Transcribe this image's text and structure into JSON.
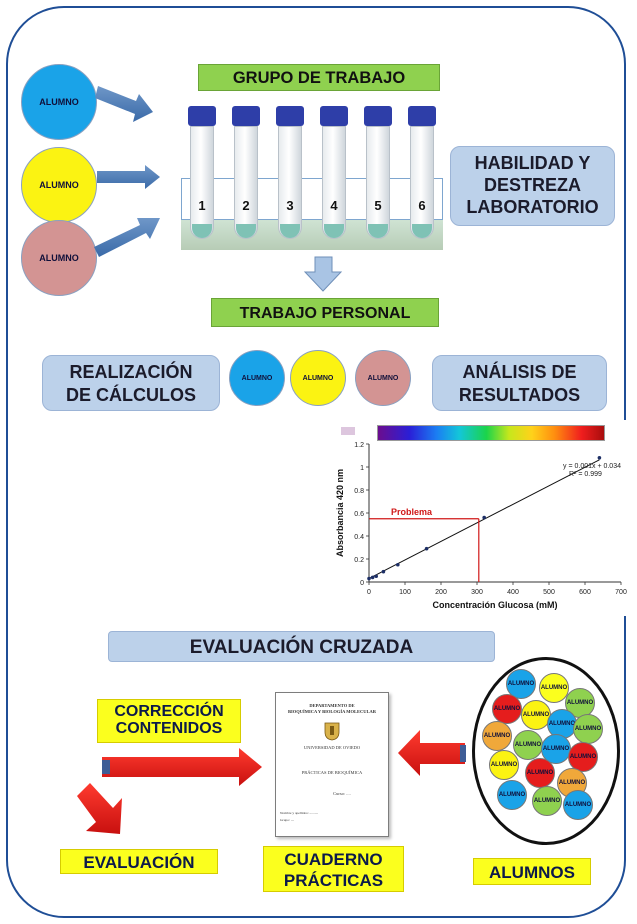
{
  "titles": {
    "grupo": "GRUPO DE TRABAJO",
    "habilidad": [
      "HABILIDAD  Y",
      "DESTREZA",
      "LABORATORIO"
    ],
    "trabajo": "TRABAJO PERSONAL",
    "realizacion": [
      "REALIZACIÓN",
      "DE CÁLCULOS"
    ],
    "analisis": [
      "ANÁLISIS DE",
      "RESULTADOS"
    ],
    "evaluacion_cruzada": "EVALUACIÓN  CRUZADA",
    "correccion": [
      "CORRECCIÓN",
      "CONTENIDOS"
    ],
    "evaluacion": "EVALUACIÓN",
    "cuaderno": [
      "CUADERNO",
      "PRÁCTICAS"
    ],
    "alumnos": "ALUMNOS"
  },
  "student_label": "ALUMNO",
  "tubes": [
    "1",
    "2",
    "3",
    "4",
    "5",
    "6"
  ],
  "document": {
    "dept": [
      "DEPARTAMENTO DE",
      "BIOQUÍMICA Y BIOLOGÍA MOLECULAR"
    ],
    "university": "UNIVERSIDAD DE OVIEDO",
    "practices": "PRÁCTICAS DE BIOQUÍMICA",
    "curso": "Curso: ....",
    "name_line": "Nombre y apellidos: ..........",
    "group_line": "Grupo: ...."
  },
  "colors": {
    "blue_student": "#1aa3e8",
    "yellow_student": "#fbf312",
    "pink_student": "#d39493",
    "green_label": "#8fd14f",
    "light_blue_label": "#bcd1ea",
    "yellow_label": "#fbff1e",
    "frame": "#1f4e96",
    "arrow_red": "#e0191d"
  },
  "chart_data": {
    "type": "scatter",
    "xlabel": "Concentración Glucosa (mM)",
    "ylabel": "Absorbancia 420 nm",
    "xlim": [
      0,
      700
    ],
    "ylim": [
      0,
      1.2
    ],
    "xticks": [
      0,
      100,
      200,
      300,
      400,
      500,
      600,
      700
    ],
    "yticks": [
      0,
      0.2,
      0.4,
      0.6,
      0.8,
      1,
      1.2
    ],
    "x": [
      0,
      10,
      20,
      40,
      80,
      160,
      320,
      640
    ],
    "y": [
      0.03,
      0.04,
      0.05,
      0.09,
      0.15,
      0.29,
      0.56,
      1.08
    ],
    "trendline": {
      "slope": 0.001614,
      "intercept": 0.03
    },
    "equation": [
      "y = 0.001x + 0.034",
      "R² = 0.999"
    ],
    "annotation": {
      "label": "Problema",
      "x": 305,
      "y": 0.55
    },
    "spectrum_bar": true
  }
}
